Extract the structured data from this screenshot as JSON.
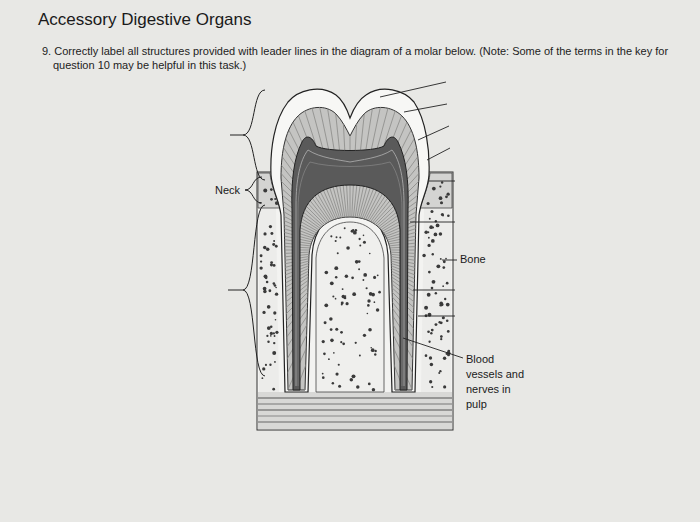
{
  "diagram": {
    "title": "Accessory Digestive Organs",
    "labels": [
      "9. Correctly label all structures provided with leader lines in the diagram of a molar below. (Note: Some of the terms in the key for question 10 may be helpful in this task.)",
      "Neck",
      "Bone",
      "Blood vessels and nerves in pulp"
    ]
  }
}
